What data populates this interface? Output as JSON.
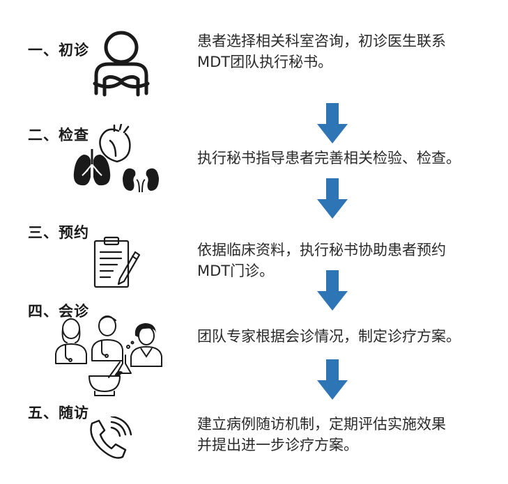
{
  "steps": [
    {
      "title": "一、初诊",
      "desc_lines": [
        "患者选择相关科室咨询，初诊医生联系",
        "MDT团队执行秘书。"
      ],
      "icon": "patient-icon"
    },
    {
      "title": "二、检查",
      "desc_lines": [
        "执行秘书指导患者完善相关检验、检查。"
      ],
      "icon": "organs-icon"
    },
    {
      "title": "三、预约",
      "desc_lines": [
        "依据临床资料，执行秘书协助患者预约",
        "MDT门诊。"
      ],
      "icon": "clipboard-icon"
    },
    {
      "title": "四、会诊",
      "desc_lines": [
        "团队专家根据会诊情况，制定诊疗方案。"
      ],
      "icon": "doctors-team-icon"
    },
    {
      "title": "五、随访",
      "desc_lines": [
        "建立病例随访机制，定期评估实施效果",
        "并提出进一步诊疗方案。"
      ],
      "icon": "phone-icon"
    }
  ],
  "colors": {
    "arrow": "#2e75b6",
    "text": "#2a2a2a"
  }
}
